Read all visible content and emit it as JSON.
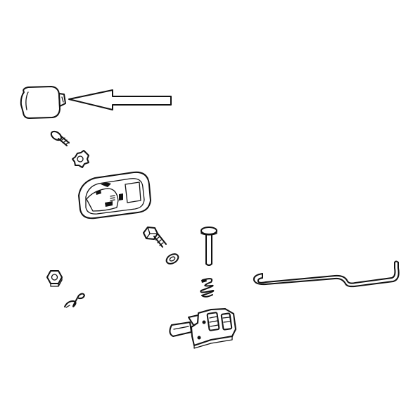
{
  "diagram": {
    "type": "exploded-parts-view",
    "colors": {
      "line": "#111111",
      "background": "#ffffff"
    },
    "highlight": {
      "indicator": "arrow",
      "target": "handle-cover-cap",
      "direction": "pointing-left"
    },
    "parts": [
      {
        "name": "handle-cover-cap"
      },
      {
        "name": "screw"
      },
      {
        "name": "lock-washer"
      },
      {
        "name": "handle-bezel"
      },
      {
        "name": "bolt"
      },
      {
        "name": "flat-washer"
      },
      {
        "name": "hex-nut"
      },
      {
        "name": "spring-clip"
      },
      {
        "name": "pin"
      },
      {
        "name": "coil-spring"
      },
      {
        "name": "connecting-rod"
      },
      {
        "name": "latch-assembly"
      }
    ]
  }
}
